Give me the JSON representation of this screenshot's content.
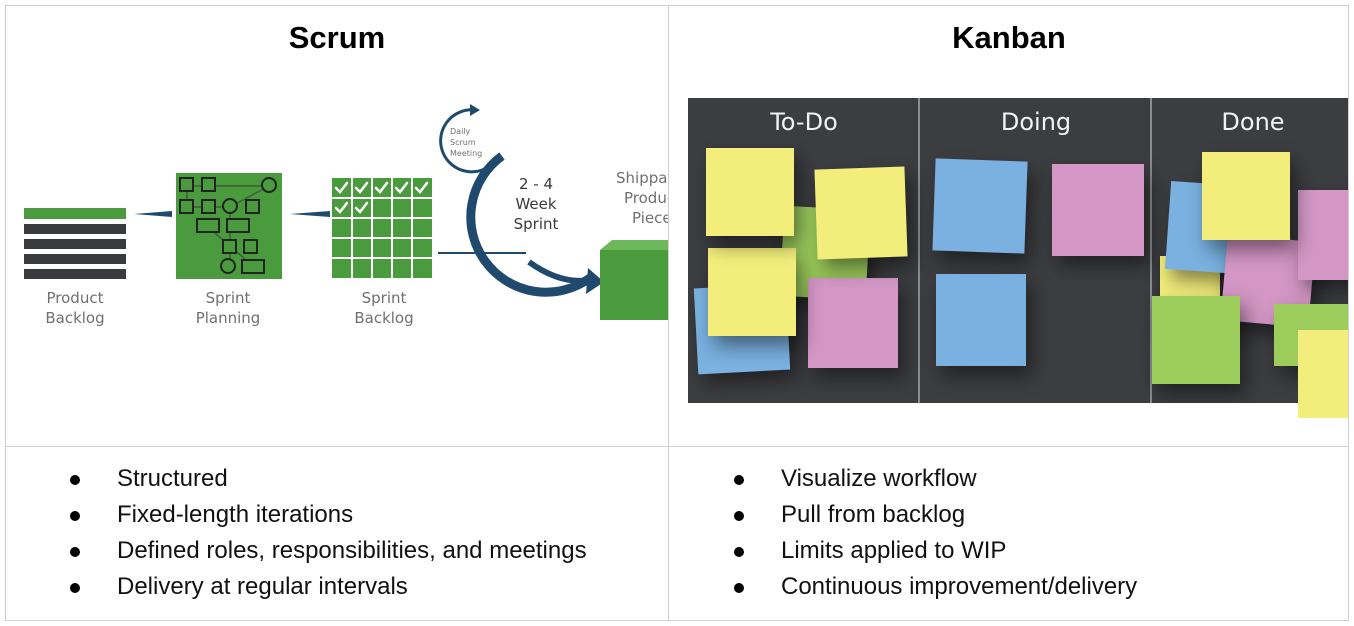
{
  "scrum": {
    "title": "Scrum",
    "labels": {
      "product_backlog": [
        "Product",
        "Backlog"
      ],
      "sprint_planning": [
        "Sprint",
        "Planning"
      ],
      "sprint_backlog": [
        "Sprint",
        "Backlog"
      ],
      "daily_scrum": [
        "Daily",
        "Scrum",
        "Meeting"
      ],
      "sprint": [
        "2 - 4",
        "Week",
        "Sprint"
      ],
      "shippable": [
        "Shippal",
        "Produc",
        "Piece"
      ]
    },
    "bullets": [
      "Structured",
      "Fixed-length iterations",
      "Defined roles, responsibilities, and meetings",
      "Delivery at regular intervals"
    ]
  },
  "kanban": {
    "title": "Kanban",
    "columns": [
      "To-Do",
      "Doing",
      "Done"
    ],
    "bullets": [
      "Visualize workflow",
      "Pull from backlog",
      "Limits applied to WIP",
      "Continuous improvement/delivery"
    ]
  },
  "colors": {
    "scrum_green": "#4a9a3e",
    "sprint_navy": "#1f4a6e",
    "board_bg": "#3c3d40",
    "note_yellow": "#f3ee7c",
    "note_blue": "#7ab1e0",
    "note_pink": "#d396c5",
    "note_green": "#9ccc5c"
  }
}
